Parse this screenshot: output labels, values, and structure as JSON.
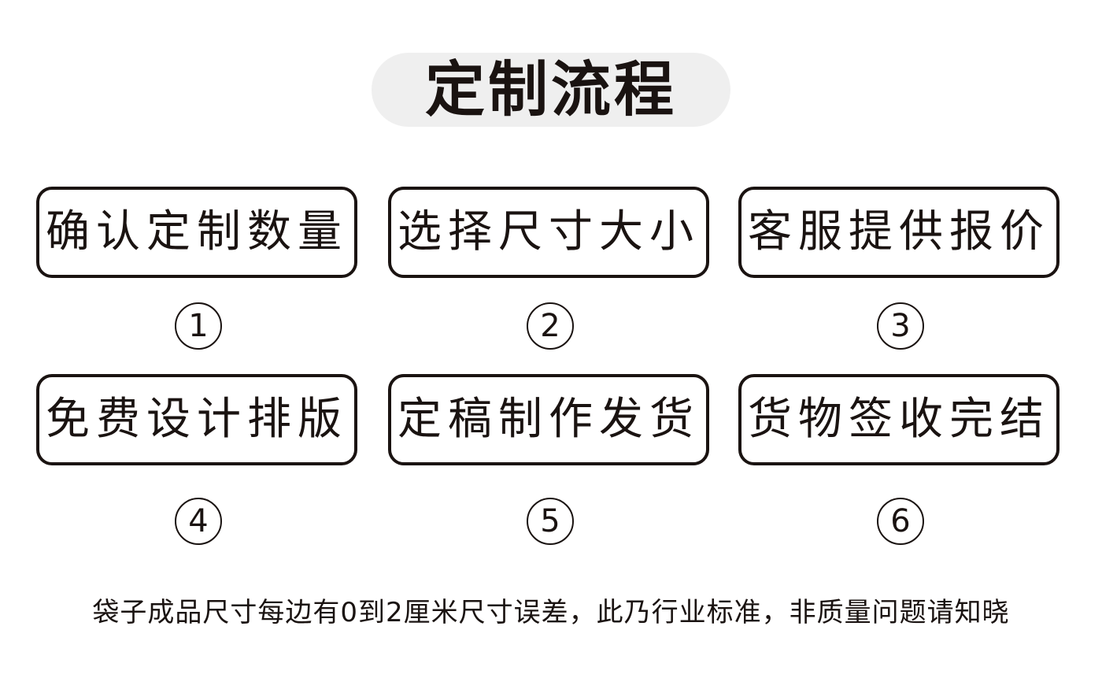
{
  "header": {
    "title": "定制流程"
  },
  "steps": [
    {
      "label": "确认定制数量",
      "number": "1"
    },
    {
      "label": "选择尺寸大小",
      "number": "2"
    },
    {
      "label": "客服提供报价",
      "number": "3"
    },
    {
      "label": "免费设计排版",
      "number": "4"
    },
    {
      "label": "定稿制作发货",
      "number": "5"
    },
    {
      "label": "货物签收完结",
      "number": "6"
    }
  ],
  "footer": {
    "note": "袋子成品尺寸每边有0到2厘米尺寸误差，此乃行业标准，非质量问题请知晓"
  },
  "colors": {
    "text": "#1a1311",
    "pill_background": "#efefef",
    "page_background": "#ffffff"
  }
}
